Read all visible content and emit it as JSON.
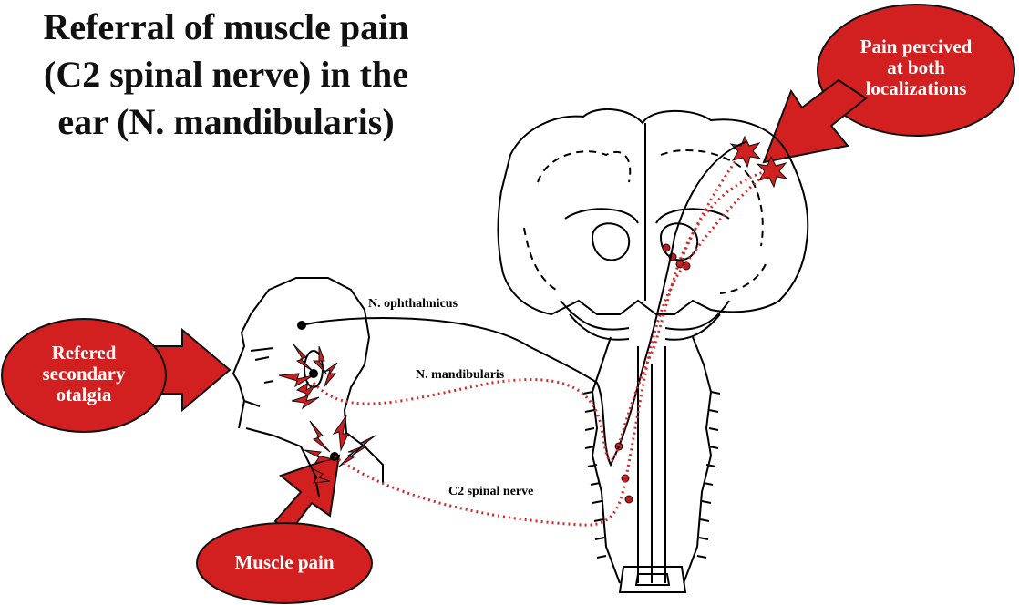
{
  "title": {
    "lines": [
      "Referral of muscle pain",
      "(C2 spinal nerve) in the",
      "ear (N. mandibularis)"
    ]
  },
  "callouts": {
    "pain_perceived": [
      "Pain percived",
      "at both",
      "localizations"
    ],
    "referred_otalgia": [
      "Refered",
      "secondary",
      "otalgia"
    ],
    "muscle_pain": [
      "Muscle pain"
    ]
  },
  "nerve_labels": {
    "ophthalmicus": "N. ophthalmicus",
    "mandibularis": "N. mandibularis",
    "c2": "C2 spinal nerve"
  },
  "colors": {
    "callout_fill": "#d21f1f",
    "dotted_path": "#d42a2a",
    "outline": "#000000"
  }
}
